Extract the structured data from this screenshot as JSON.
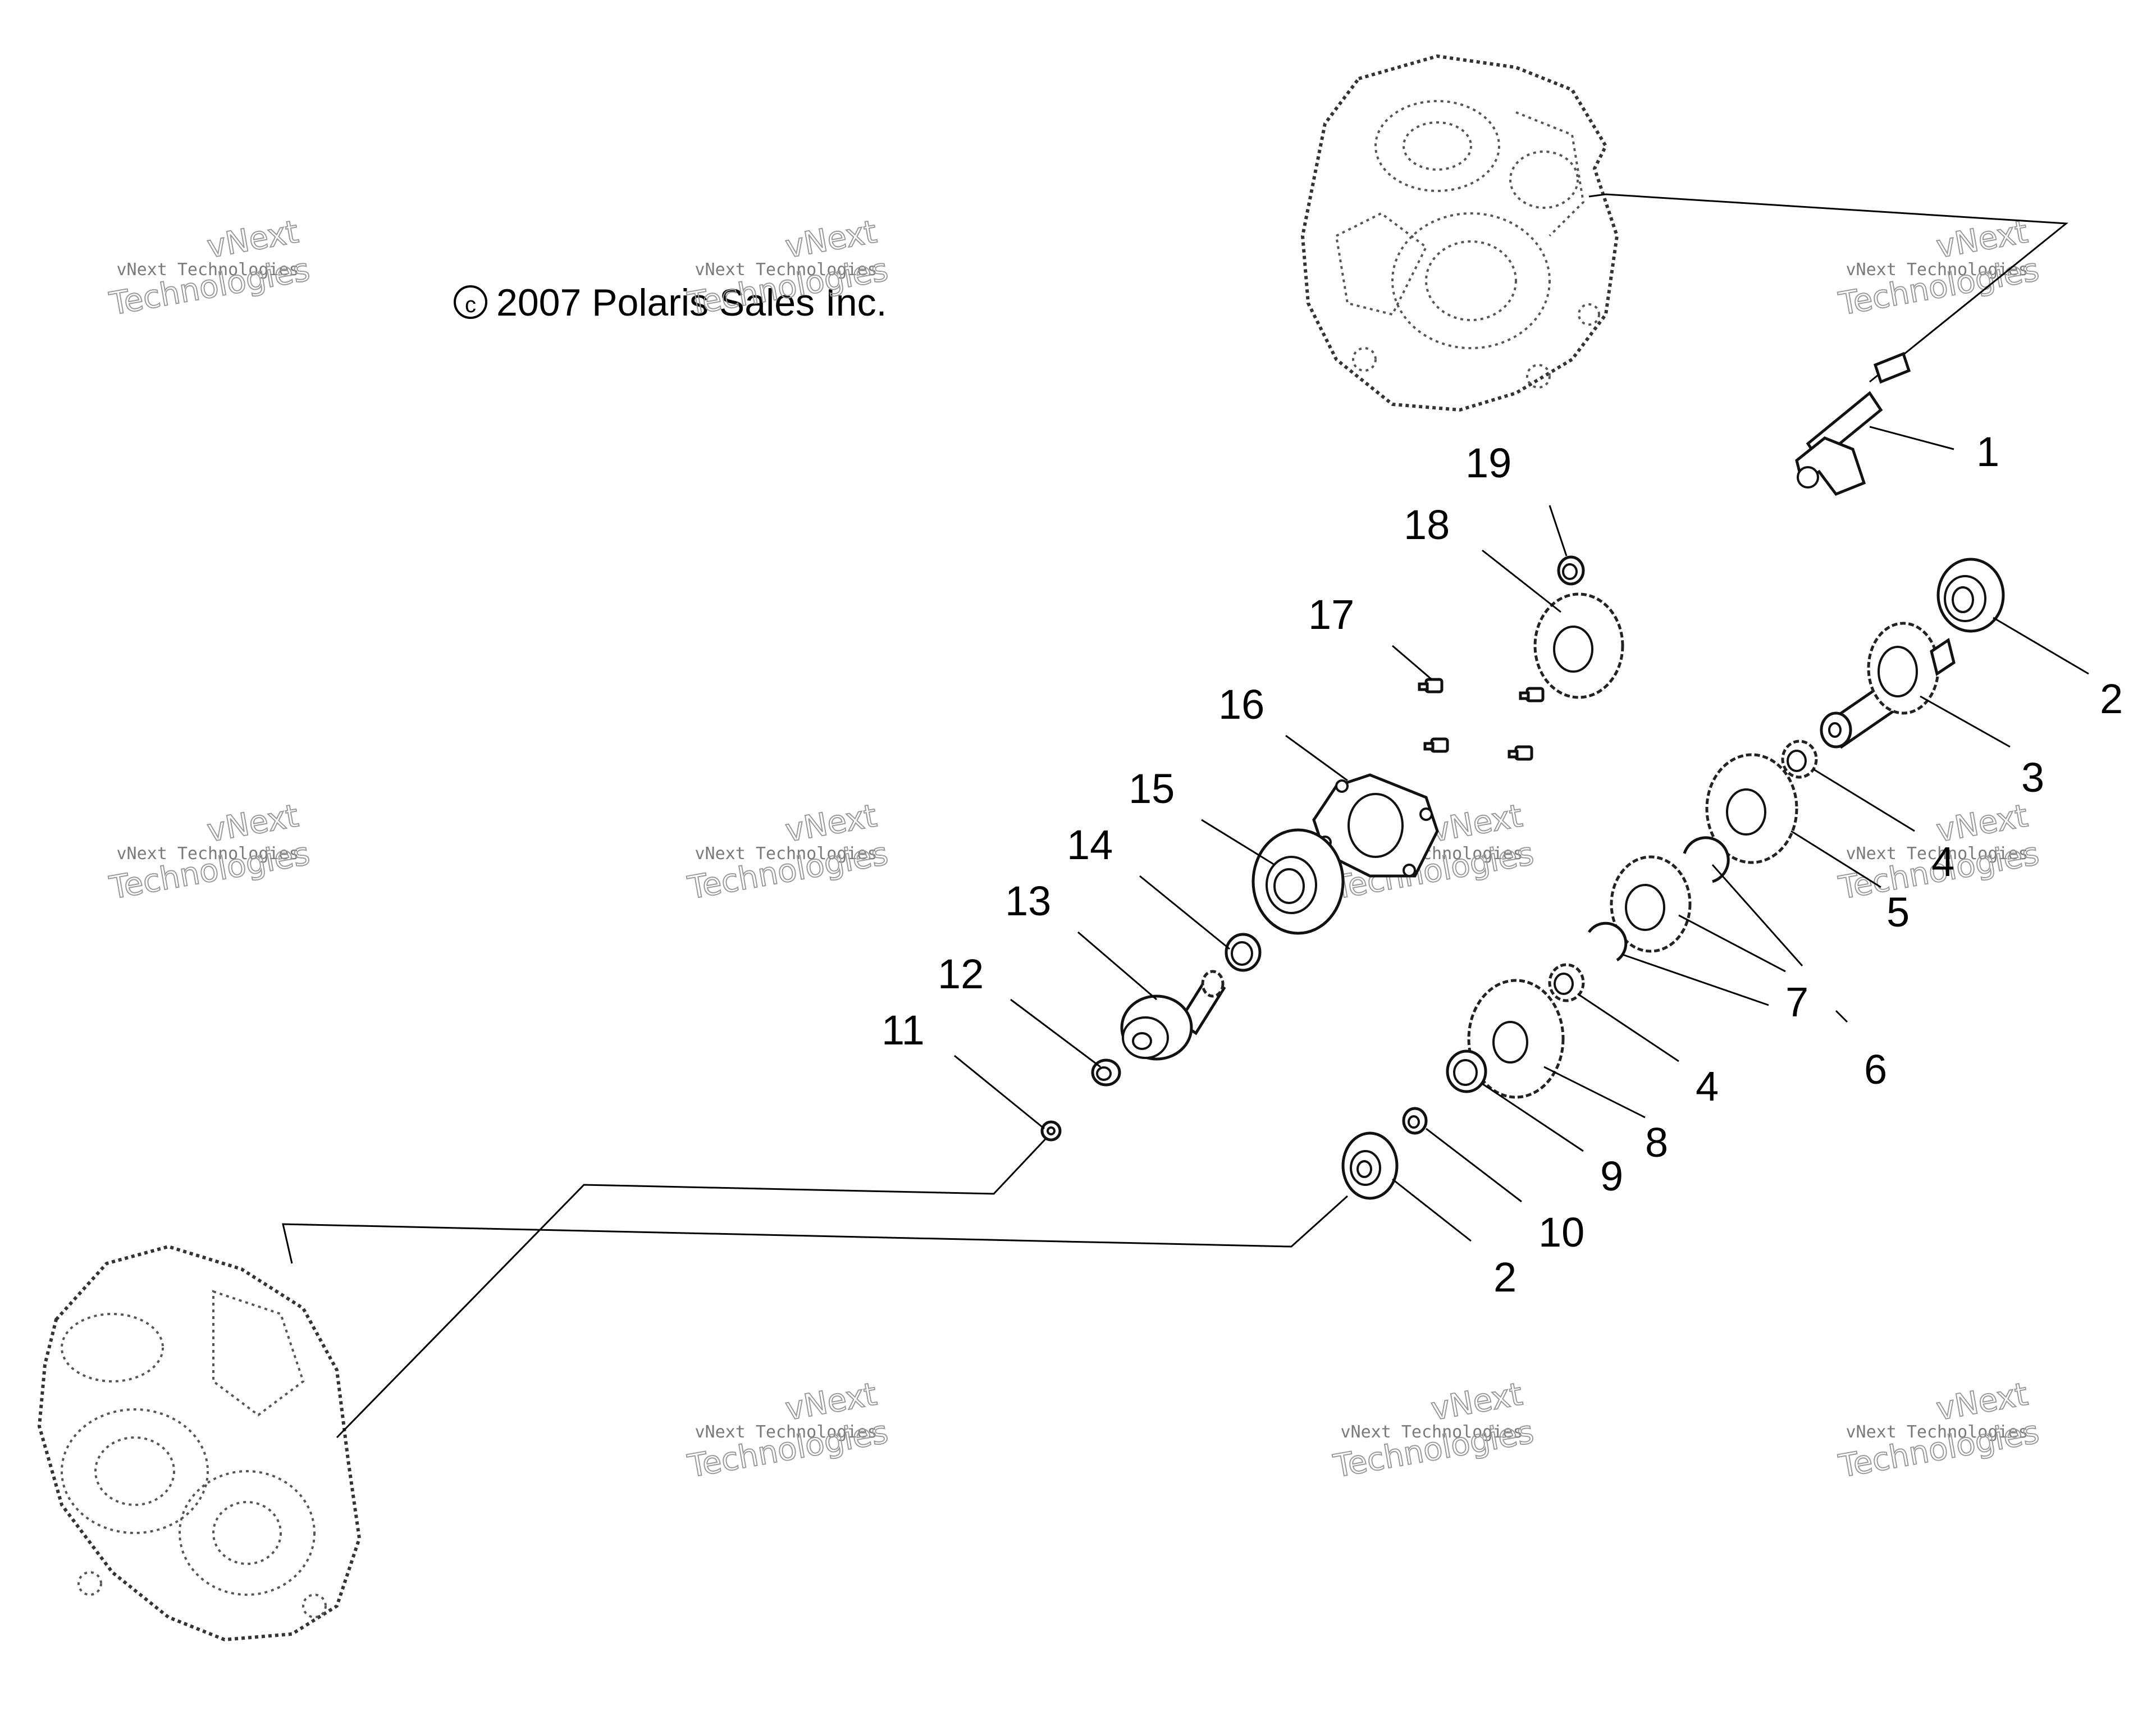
{
  "copyright": "2007 Polaris Sales Inc.",
  "copyright_symbol": "c",
  "watermark": {
    "line1": "vNext Technologies",
    "line2": "Technologies",
    "line3": "vNext"
  },
  "callouts": {
    "c1": "1",
    "c2a": "2",
    "c2b": "2",
    "c3": "3",
    "c4a": "4",
    "c4b": "4",
    "c5": "5",
    "c6": "6",
    "c7": "7",
    "c8": "8",
    "c9": "9",
    "c10": "10",
    "c11": "11",
    "c12": "12",
    "c13": "13",
    "c14": "14",
    "c15": "15",
    "c16": "16",
    "c17": "17",
    "c18": "18",
    "c19": "19"
  },
  "colors": {
    "ink": "#000000",
    "watermark": "#8a8a8a",
    "background": "#ffffff"
  }
}
